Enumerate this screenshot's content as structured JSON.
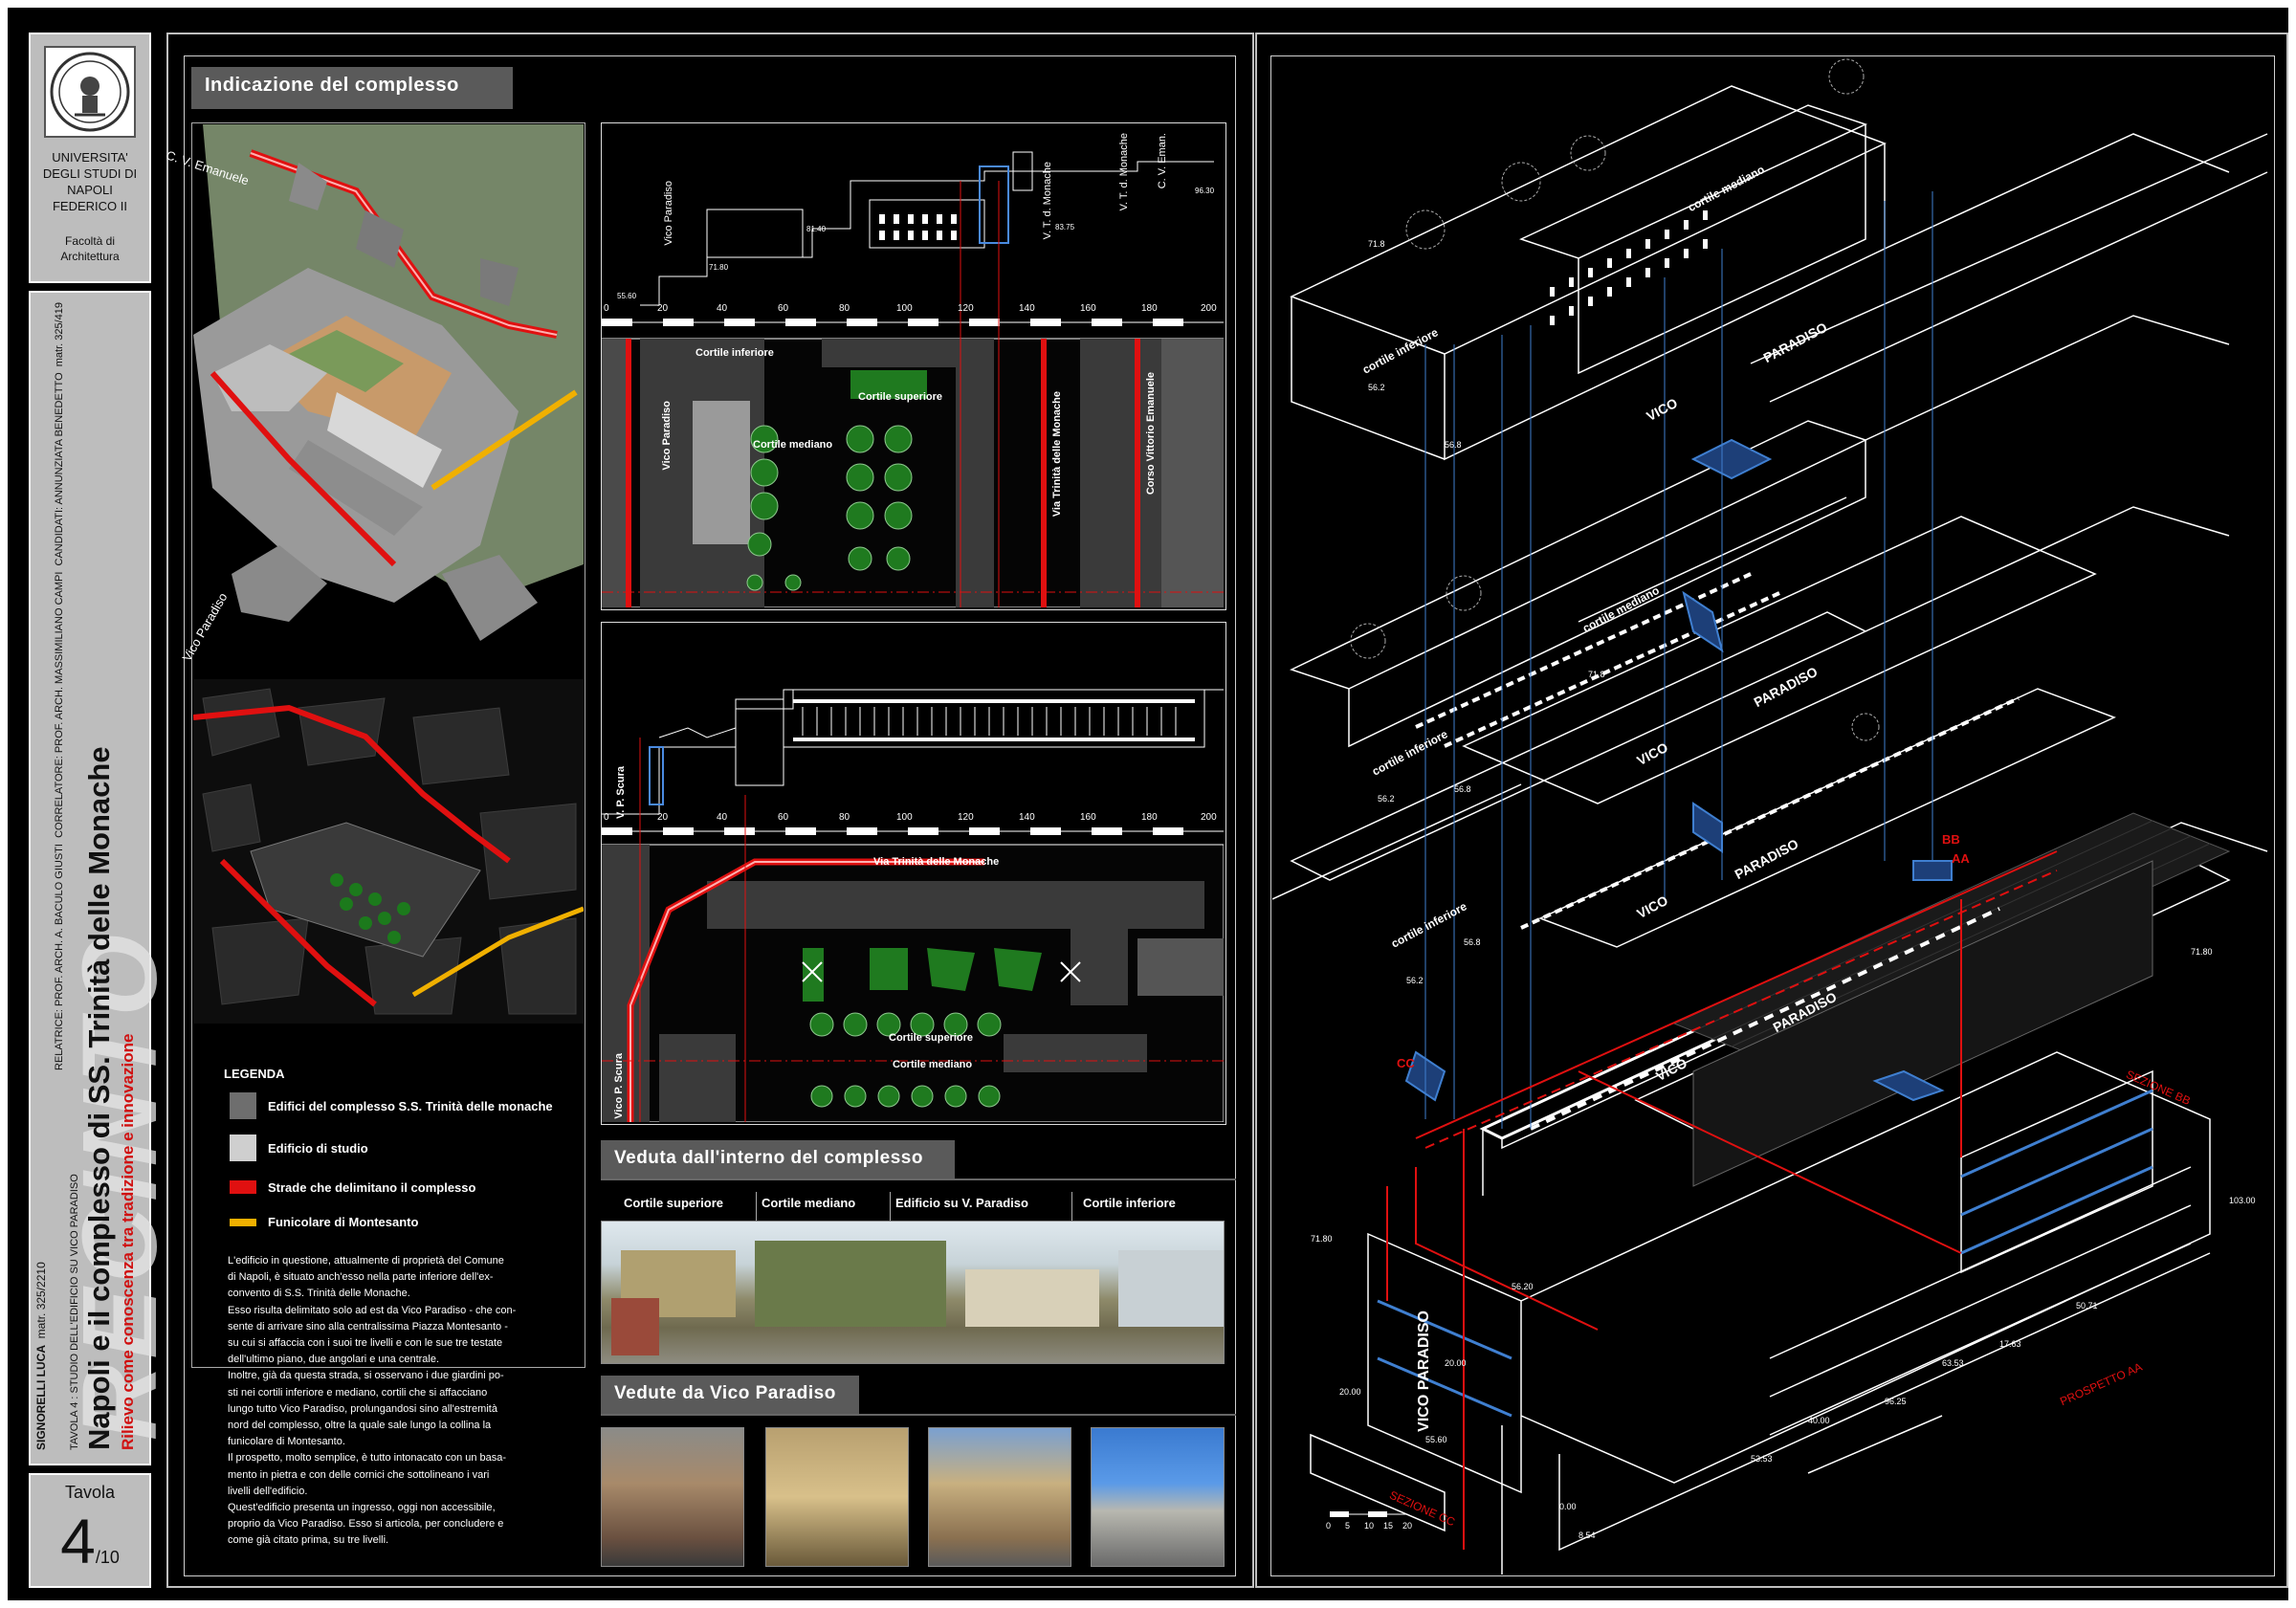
{
  "sidebar": {
    "university": "UNIVERSITA' DEGLI STUDI DI NAPOLI FEDERICO II",
    "university_lines": [
      "UNIVERSITA'",
      "DEGLI STUDI DI",
      "NAPOLI",
      "FEDERICO II"
    ],
    "faculty_lines": [
      "Facoltà di",
      "Architettura"
    ],
    "watermark": "RECINTO",
    "subtitle": "Rilievo come conoscenza tra tradizione e innovazione",
    "title": "Napoli e il complesso di SS. Trinità delle Monache",
    "tavola_desc": "TAVOLA 4 : STUDIO DELL'EDIFICIO SU VICO PARADISO",
    "relatrice": "RELATRICE:  PROF. ARCH. A. BACULO GIUSTI",
    "correlatore": "CORRELATORE:  PROF. ARCH. MASSIMILIANO CAMPI",
    "candidati": "CANDIDATI:   ANNUNZIATA BENEDETTO",
    "matr1": "matr. 325/419",
    "candidato2": "SIGNORELLI LUCA",
    "matr2": "matr. 325/2210",
    "tavola_label": "Tavola",
    "tavola_number": "4",
    "tavola_total": "/10"
  },
  "sections": {
    "indicazione": "Indicazione  del  complesso",
    "veduta_interno": "Veduta  dall'interno  del  complesso",
    "vedute_vico": "Vedute  da  Vico  Paradiso"
  },
  "map3d": {
    "label_emanuele": "C. V. Emanuele",
    "label_paradiso": "Vico Paradiso"
  },
  "legend": {
    "title": "LEGENDA",
    "items": [
      {
        "label": "Edifici del complesso S.S. Trinità delle monache",
        "color": "#6e6e6e"
      },
      {
        "label": "Edificio di studio",
        "color": "#cfcfcf"
      },
      {
        "label": "Strade che delimitano il complesso",
        "color": "#e01010"
      },
      {
        "label": "Funicolare di Montesanto",
        "color": "#f0b000"
      }
    ]
  },
  "description": [
    "L'edificio in questione, attualmente di proprietà del Comune",
    "di Napoli, è situato anch'esso nella parte inferiore dell'ex-",
    "convento di S.S. Trinità delle Monache.",
    "Esso risulta delimitato solo ad est da Vico Paradiso - che con-",
    "sente di arrivare sino alla centralissima Piazza Montesanto -",
    "su cui si affaccia con i suoi tre livelli e con le sue tre testate",
    "dell'ultimo piano, due angolari e una centrale.",
    "Inoltre, già da questa strada, si osservano i due giardini po-",
    "sti nei cortili inferiore e mediano, cortili che si affacciano",
    "lungo tutto Vico Paradiso, prolungandosi sino all'estremità",
    "nord del complesso, oltre la quale sale lungo la collina la",
    "funicolare di Montesanto.",
    "Il prospetto, molto semplice, è tutto intonacato con un basa-",
    "mento in pietra e con delle cornici che sottolineano i vari",
    "livelli dell'edificio.",
    "Quest'edificio presenta un ingresso, oggi non accessibile,",
    "proprio da Vico Paradiso. Esso si articola, per concludere e",
    "come già citato prima, su tre livelli."
  ],
  "plan1": {
    "scale_ticks": [
      "0",
      "20",
      "40",
      "60",
      "80",
      "100",
      "120",
      "140",
      "160",
      "180",
      "200"
    ],
    "labels": {
      "cortile_inferiore": "Cortile inferiore",
      "cortile_superiore": "Cortile superiore",
      "cortile_mediano": "Cortile mediano",
      "vico_paradiso": "Vico Paradiso",
      "via_trinita": "Via Trinità delle Monache",
      "corso": "Corso Vittorio Emanuele"
    },
    "section_labels": {
      "vico_paradiso": "Vico Paradiso",
      "vtdm1": "V. T. d. Monache",
      "vtdm2": "V. T. d. Monache",
      "cveman": "C. V. Eman."
    },
    "levels": [
      "55.60",
      "71.80",
      "81.40",
      "83.75",
      "96.30"
    ]
  },
  "plan2": {
    "scale_ticks": [
      "0",
      "20",
      "40",
      "60",
      "80",
      "100",
      "120",
      "140",
      "160",
      "180",
      "200"
    ],
    "labels": {
      "via_trinita": "Via Trinità delle Monache",
      "cortile_superiore": "Cortile superiore",
      "cortile_mediano": "Cortile mediano",
      "vp_scura": "V. P. Scura",
      "vico_paradiso": "Vico P. Scura"
    }
  },
  "interior_photo_labels": [
    "Cortile superiore",
    "Cortile mediano",
    "Edificio su V. Paradiso",
    "Cortile inferiore"
  ],
  "axon": {
    "labels": {
      "cortile_mediano": "cortile mediano",
      "cortile_inferiore": "cortile inferiore",
      "vico": "VICO",
      "paradiso": "PARADISO",
      "vico_paradiso": "VICO   PARADISO",
      "sezione_bb": "SEZIONE  BB",
      "sezione_cc": "SEZIONE  CC",
      "prospetto_aa": "PROSPETTO  AA",
      "bb": "BB",
      "aa": "AA",
      "cc": "CC"
    },
    "levels": [
      "71.8",
      "71.8",
      "56.2",
      "56.2",
      "56.2",
      "56.8",
      "56.8",
      "56.8",
      "71.80",
      "71.80",
      "55.60",
      "56.20"
    ],
    "dims": [
      "20.00",
      "103.00",
      "20.00",
      "0.00",
      "8.54",
      "53.53",
      "96.25",
      "17.63",
      "40.00",
      "63.53",
      "50.71"
    ],
    "scale_ticks": [
      "0",
      "5",
      "10",
      "15",
      "20"
    ]
  }
}
